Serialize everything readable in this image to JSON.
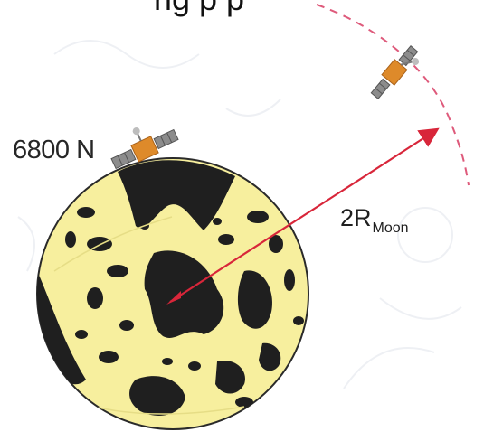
{
  "labels": {
    "satellite_force": "6800 N",
    "orbit_radius_main": "2R",
    "orbit_radius_sub": "Moon",
    "cropped_top_text": "rig    p    p"
  },
  "colors": {
    "moon_fill": "#f7ef9e",
    "moon_dark": "#1f1f1f",
    "arrow": "#d8263a",
    "orbit_path": "#de5a7b",
    "satellite_body": "#de8a2a",
    "satellite_panel": "#8c8c8c"
  },
  "icons": {
    "satellite": "satellite-icon",
    "moon": "moon-sphere"
  }
}
